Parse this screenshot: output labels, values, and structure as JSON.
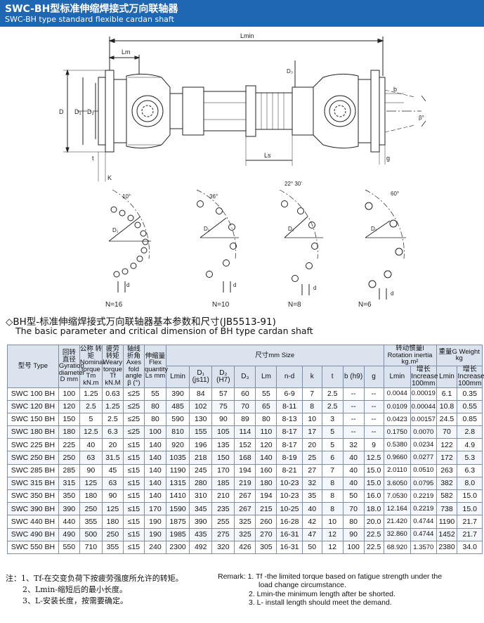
{
  "header": {
    "title_cn": "SWC-BH型标准伸缩焊接式万向联轴器",
    "title_en": "SWC-BH type standard flexible cardan shaft"
  },
  "drawing": {
    "labels": {
      "lmin": "Lmin",
      "lm": "Lm",
      "ls": "Ls",
      "d": "D",
      "d1": "D₁",
      "d2": "D₂",
      "d3": "D₃",
      "b": "b",
      "beta": "β°",
      "g": "g",
      "t": "t",
      "k": "K",
      "bottom_d": "d"
    },
    "flanges": [
      {
        "n_label": "N=16",
        "angle_label": "10°",
        "d1_label": "D₁",
        "d_label": "d"
      },
      {
        "n_label": "N=10",
        "angle_label": "36°",
        "d1_label": "D₁",
        "d_label": "d"
      },
      {
        "n_label": "N=8",
        "angle_label": "22° 30'",
        "d1_label": "D₁",
        "d_label": "d"
      },
      {
        "n_label": "N=6",
        "angle_label": "60°",
        "d1_label": "D₁",
        "d_label": "d"
      }
    ]
  },
  "section": {
    "title_cn": "◇BH型-标准伸缩焊接式万向联轴器基本参数和尺寸(JB5513-91)",
    "title_en": "The basic parameter and critical dimension of BH type cardan shaft"
  },
  "table": {
    "head": {
      "type": "型号 Type",
      "gyr": "回转 直径 Gyration diameter D mm",
      "tn": "公称 转矩 Nominal torque Tm kN.m",
      "tf": "疲劳 转矩 Weary torque Tf kN.M",
      "beta": "轴线 折角 Axes fold angle β (°)",
      "ls": "伸缩量 Flex quantity Ls mm",
      "dim": "尺寸mm Size",
      "rot": "转动惯量I Rotation inertia kg.m²",
      "wt": "重量G Weight kg",
      "lmin": "Lmin",
      "d1": "D₁ (js11)",
      "d2": "D₂ (H7)",
      "d3": "D₃",
      "lm": "Lm",
      "nd": "n-d",
      "k": "k",
      "t": "t",
      "b": "b (h9)",
      "g": "g",
      "rot_lmin": "Lmin",
      "rot_inc": "增长 Increase 100mm",
      "wt_lmin": "Lmin",
      "wt_inc": "增长 Increase 100mm"
    },
    "rows": [
      [
        "SWC 100  BH",
        "100",
        "1.25",
        "0.63",
        "≤25",
        "55",
        "390",
        "84",
        "57",
        "60",
        "55",
        "6-9",
        "7",
        "2.5",
        "--",
        "--",
        "0.0044",
        "0.00019",
        "6.1",
        "0.35"
      ],
      [
        "SWC 120  BH",
        "120",
        "2.5",
        "1.25",
        "≤25",
        "80",
        "485",
        "102",
        "75",
        "70",
        "65",
        "8-11",
        "8",
        "2.5",
        "--",
        "--",
        "0.0109",
        "0.00044",
        "10.8",
        "0.55"
      ],
      [
        "SWC 150  BH",
        "150",
        "5",
        "2.5",
        "≤25",
        "80",
        "590",
        "130",
        "90",
        "89",
        "80",
        "8-13",
        "10",
        "3",
        "--",
        "--",
        "0.0423",
        "0.00157",
        "24.5",
        "0.85"
      ],
      [
        "SWC 180  BH",
        "180",
        "12.5",
        "6.3",
        "≤25",
        "100",
        "810",
        "155",
        "105",
        "114",
        "110",
        "8-17",
        "17",
        "5",
        "--",
        "--",
        "0.1750",
        "0.0070",
        "70",
        "2.8"
      ],
      [
        "SWC 225  BH",
        "225",
        "40",
        "20",
        "≤15",
        "140",
        "920",
        "196",
        "135",
        "152",
        "120",
        "8-17",
        "20",
        "5",
        "32",
        "9",
        "0.5380",
        "0.0234",
        "122",
        "4.9"
      ],
      [
        "SWC 250  BH",
        "250",
        "63",
        "31.5",
        "≤15",
        "140",
        "1035",
        "218",
        "150",
        "168",
        "140",
        "8-19",
        "25",
        "6",
        "40",
        "12.5",
        "0.9660",
        "0.0277",
        "172",
        "5.3"
      ],
      [
        "SWC 285  BH",
        "285",
        "90",
        "45",
        "≤15",
        "140",
        "1190",
        "245",
        "170",
        "194",
        "160",
        "8-21",
        "27",
        "7",
        "40",
        "15.0",
        "2.0110",
        "0.0510",
        "263",
        "6.3"
      ],
      [
        "SWC 315  BH",
        "315",
        "125",
        "63",
        "≤15",
        "140",
        "1315",
        "280",
        "185",
        "219",
        "180",
        "10-23",
        "32",
        "8",
        "40",
        "15.0",
        "3.6050",
        "0.0795",
        "382",
        "8.0"
      ],
      [
        "SWC 350  BH",
        "350",
        "180",
        "90",
        "≤15",
        "140",
        "1410",
        "310",
        "210",
        "267",
        "194",
        "10-23",
        "35",
        "8",
        "50",
        "16.0",
        "7.0530",
        "0.2219",
        "582",
        "15.0"
      ],
      [
        "SWC 390  BH",
        "390",
        "250",
        "125",
        "≤15",
        "170",
        "1590",
        "345",
        "235",
        "267",
        "215",
        "10-25",
        "40",
        "8",
        "70",
        "18.0",
        "12.164",
        "0.2219",
        "738",
        "15.0"
      ],
      [
        "SWC 440  BH",
        "440",
        "355",
        "180",
        "≤15",
        "190",
        "1875",
        "390",
        "255",
        "325",
        "260",
        "16-28",
        "42",
        "10",
        "80",
        "20.0",
        "21.420",
        "0.4744",
        "1190",
        "21.7"
      ],
      [
        "SWC 490  BH",
        "490",
        "500",
        "250",
        "≤15",
        "190",
        "1985",
        "435",
        "275",
        "325",
        "270",
        "16-31",
        "47",
        "12",
        "90",
        "22.5",
        "32.860",
        "0.4744",
        "1452",
        "21.7"
      ],
      [
        "SWC 550  BH",
        "550",
        "710",
        "355",
        "≤15",
        "240",
        "2300",
        "492",
        "320",
        "426",
        "305",
        "16-31",
        "50",
        "12",
        "100",
        "22.5",
        "68.920",
        "1.3570",
        "2380",
        "34.0"
      ]
    ]
  },
  "notes": {
    "cn": [
      "注：1、Tf-在交变负荷下按疲劳强度所允许的转矩。",
      "2、Lmin-缩短后的最小长度。",
      "3、L-安装长度，按需要确定。"
    ],
    "en": [
      "Remark: 1. Tf -the limited torque based on fatigue strength under the",
      "load change circumstance.",
      "2. Lmin-the minimum length after be shorted.",
      "3. L- install length should meet the demand."
    ]
  }
}
